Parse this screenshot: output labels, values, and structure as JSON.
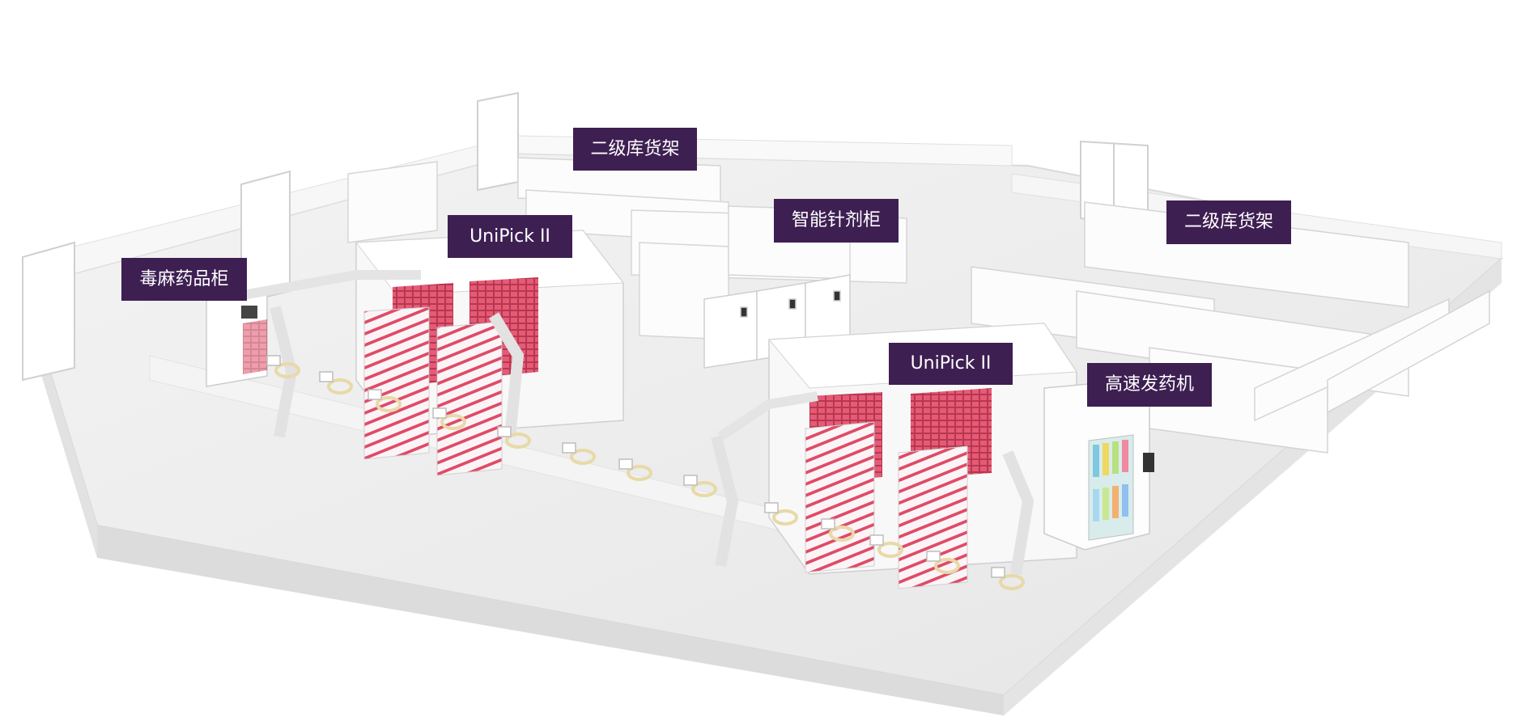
{
  "labels": {
    "secondary_shelf_left": "二级库货架",
    "secondary_shelf_right": "二级库货架",
    "unipick_left": "UniPick II",
    "unipick_right": "UniPick II",
    "smart_injection_cabinet": "智能针剂柜",
    "narcotic_cabinet": "毒麻药品柜",
    "high_speed_dispenser": "高速发药机"
  },
  "colors": {
    "label_bg": "#3e1f52",
    "label_text": "#ffffff",
    "floor": "#ececec",
    "wall": "#f6f6f6",
    "shelf": "#fbfbfb",
    "drug_storage": "#e0506e",
    "tote_ring": "#e8d9a8"
  }
}
